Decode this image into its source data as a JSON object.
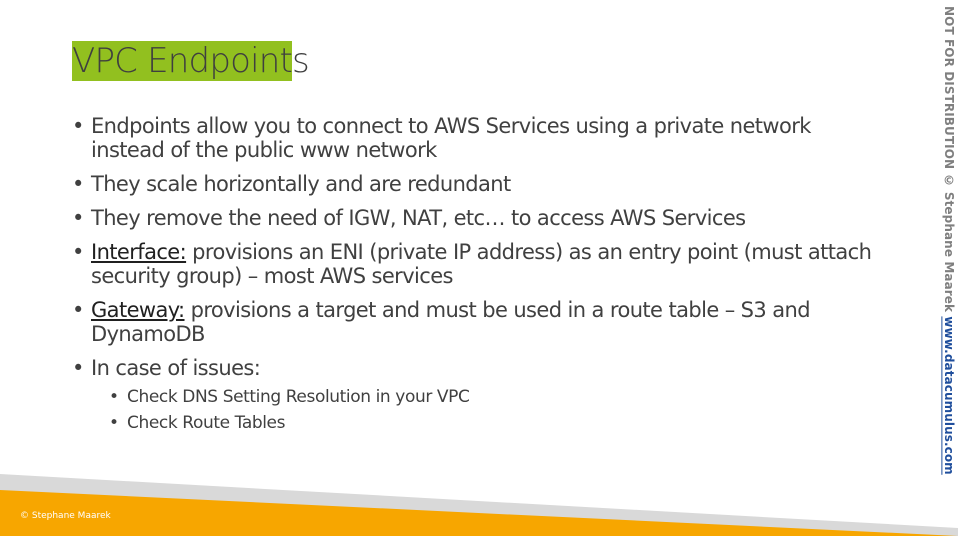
{
  "slide": {
    "title_highlighted": "VPC Endpoint",
    "title_rest": "s",
    "bullets": [
      {
        "text": "Endpoints allow you to connect to AWS Services using a private network instead of the public www network"
      },
      {
        "text": "They scale horizontally and are redundant"
      },
      {
        "text": "They remove the need of IGW, NAT, etc… to access AWS Services"
      },
      {
        "keyword": "Interface:",
        "text": " provisions an ENI (private IP address) as an entry point (must attach security group) – most AWS services"
      },
      {
        "keyword": "Gateway:",
        "text": " provisions a target and must be used in a route table – S3 and DynamoDB"
      },
      {
        "text": "In case of issues:"
      }
    ],
    "sub_bullets": [
      "Check DNS Setting Resolution in your VPC",
      "Check Route Tables"
    ],
    "side_label": "NOT FOR DISTRIBUTION © Stephane Maarek ",
    "side_link": "www.datacumulus.com",
    "copyright": "© Stephane Maarek"
  },
  "colors": {
    "title_highlight": "#92c01f",
    "footer_orange": "#f7a600",
    "footer_grey": "#d9d9d9",
    "link_blue": "#1f4e9c"
  }
}
